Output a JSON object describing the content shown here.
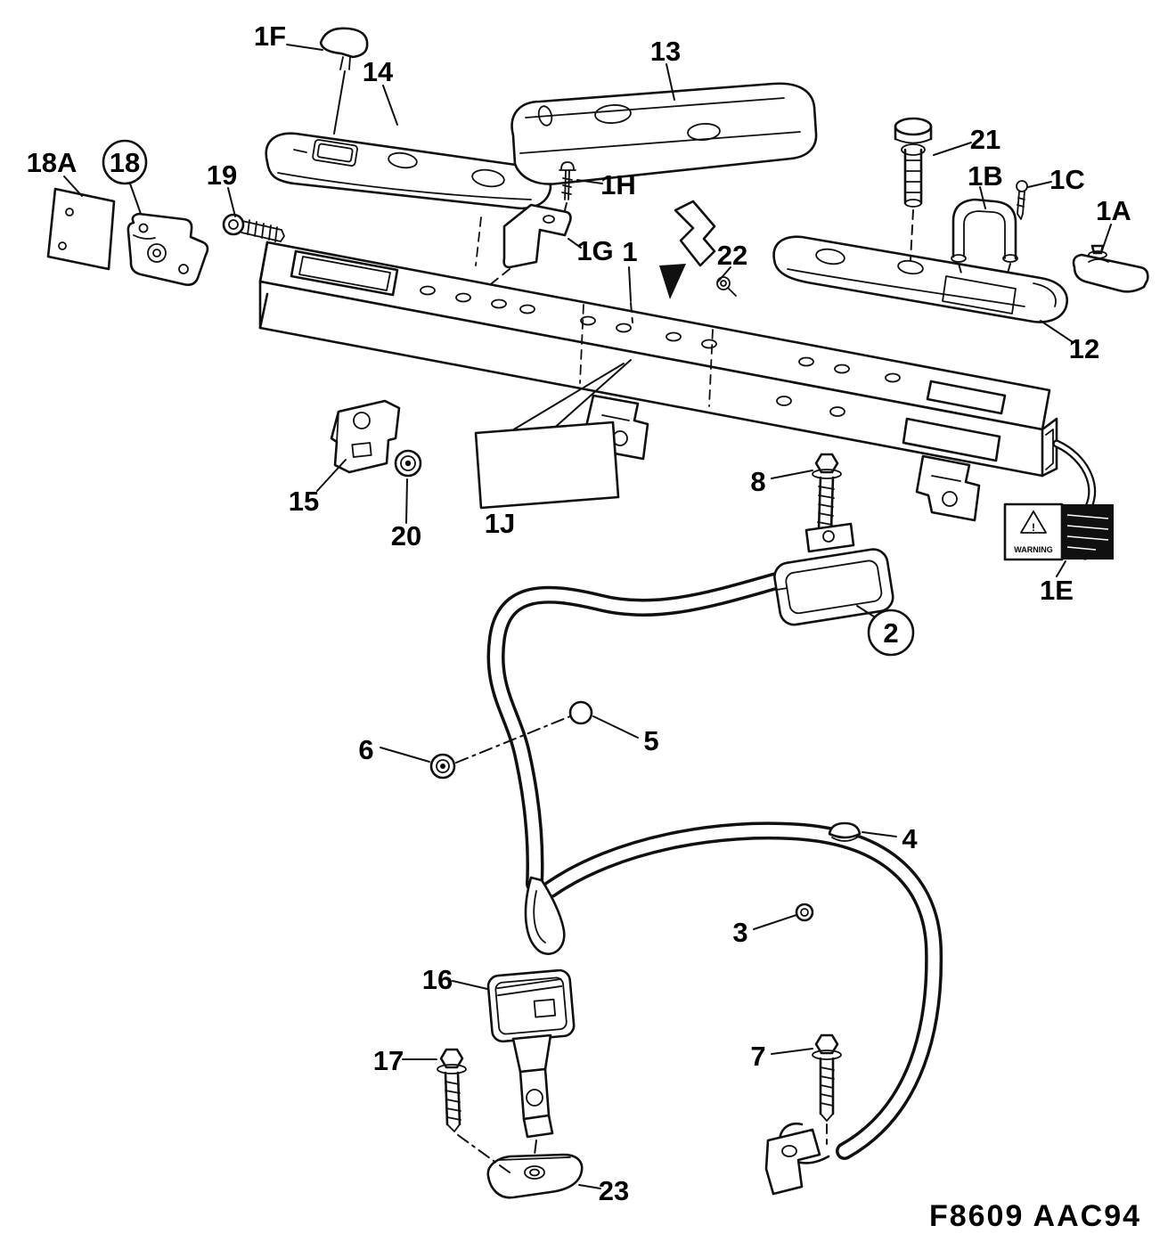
{
  "figure": {
    "code": "F8609 AAC94"
  },
  "warning_label": {
    "mark": "!",
    "title": "WARNING"
  },
  "callouts": [
    {
      "ref": "1F"
    },
    {
      "ref": "14"
    },
    {
      "ref": "13"
    },
    {
      "ref": "21"
    },
    {
      "ref": "1B"
    },
    {
      "ref": "1C"
    },
    {
      "ref": "1A"
    },
    {
      "ref": "18A"
    },
    {
      "ref": "18"
    },
    {
      "ref": "19"
    },
    {
      "ref": "1H"
    },
    {
      "ref": "1G"
    },
    {
      "ref": "1"
    },
    {
      "ref": "22"
    },
    {
      "ref": "12"
    },
    {
      "ref": "15"
    },
    {
      "ref": "20"
    },
    {
      "ref": "1J"
    },
    {
      "ref": "8"
    },
    {
      "ref": "1E"
    },
    {
      "ref": "2"
    },
    {
      "ref": "5"
    },
    {
      "ref": "6"
    },
    {
      "ref": "4"
    },
    {
      "ref": "3"
    },
    {
      "ref": "16"
    },
    {
      "ref": "17"
    },
    {
      "ref": "7"
    },
    {
      "ref": "23"
    }
  ]
}
